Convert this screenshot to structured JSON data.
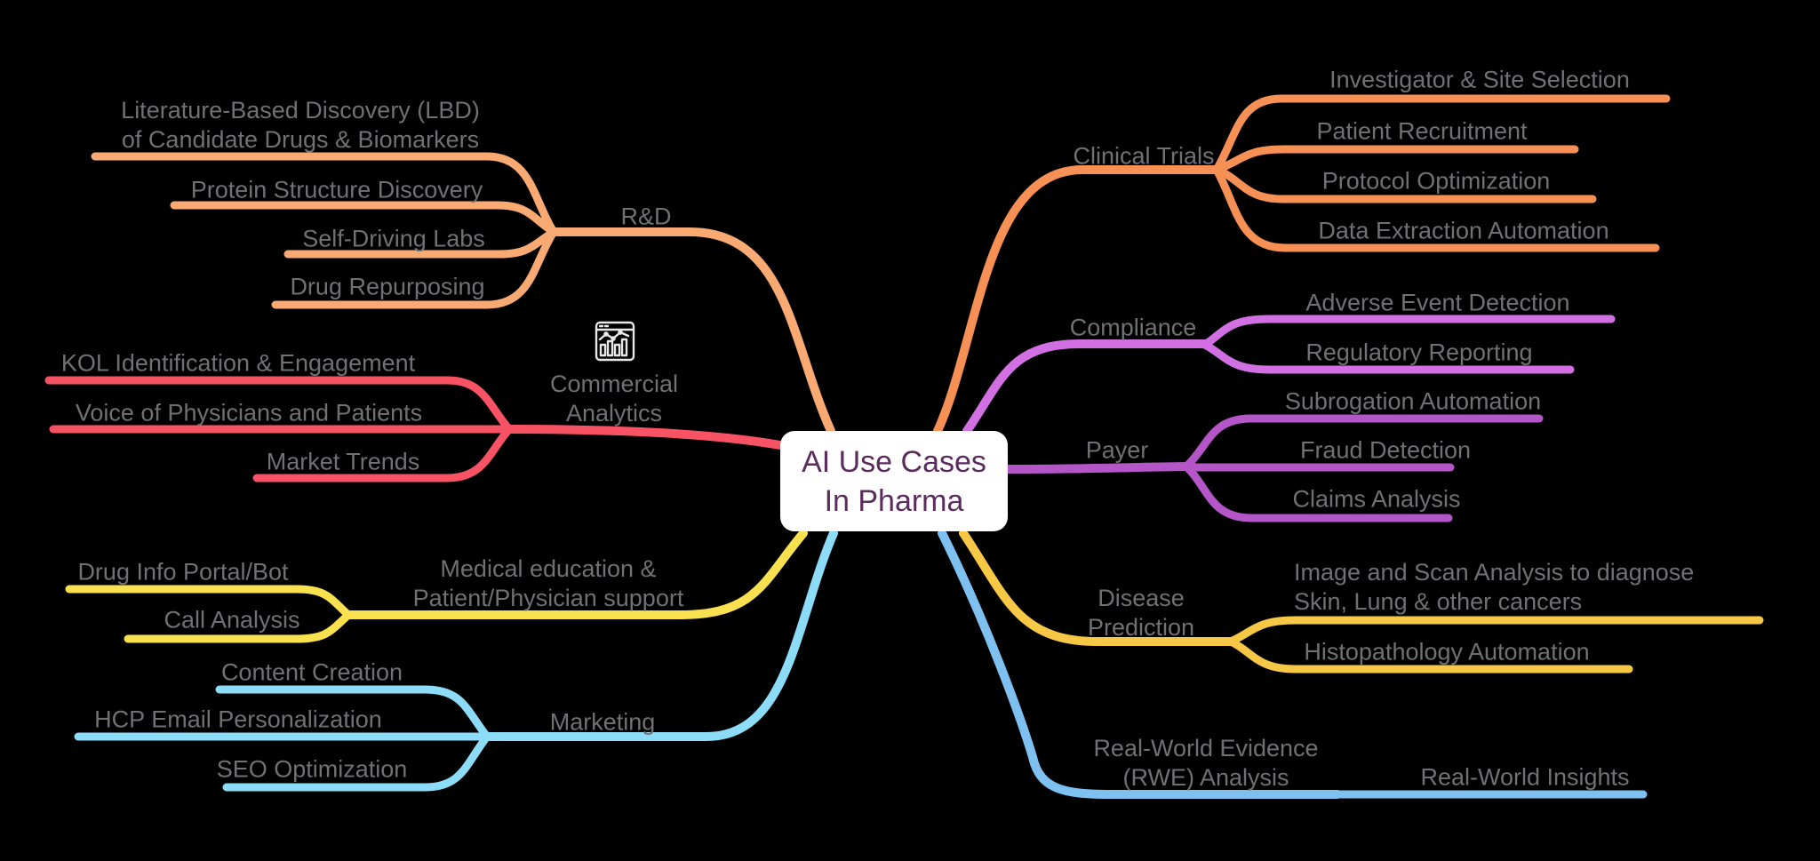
{
  "diagram": {
    "title": "AI Use Cases In Pharma mind map",
    "background_color": "#000000",
    "label_text_color": "#6F7173",
    "center": {
      "lines": [
        "AI Use Cases",
        "In Pharma"
      ],
      "text_color": "#5B2B5E",
      "bg_color": "#FFFFFF"
    },
    "branches": [
      {
        "id": "rnd",
        "side": "left",
        "color": "#F9AA73",
        "label_lines": [
          "R&D"
        ],
        "leaves": [
          {
            "lines": [
              "Literature-Based Discovery (LBD)",
              "of Candidate Drugs & Biomarkers"
            ]
          },
          {
            "lines": [
              "Protein Structure Discovery"
            ]
          },
          {
            "lines": [
              "Self-Driving Labs"
            ]
          },
          {
            "lines": [
              "Drug Repurposing"
            ]
          }
        ]
      },
      {
        "id": "commercial-analytics",
        "side": "left",
        "color": "#F85364",
        "icon": "analytics-window-icon",
        "label_lines": [
          "Commercial",
          "Analytics"
        ],
        "leaves": [
          {
            "lines": [
              "KOL Identification & Engagement"
            ]
          },
          {
            "lines": [
              "Voice of Physicians and Patients"
            ]
          },
          {
            "lines": [
              "Market Trends"
            ]
          }
        ]
      },
      {
        "id": "medical-education",
        "side": "left",
        "color": "#F8E04E",
        "label_lines": [
          "Medical education &",
          "Patient/Physician support"
        ],
        "leaves": [
          {
            "lines": [
              "Drug Info Portal/Bot"
            ]
          },
          {
            "lines": [
              "Call Analysis"
            ]
          }
        ]
      },
      {
        "id": "marketing",
        "side": "left",
        "color": "#8CDCF8",
        "label_lines": [
          "Marketing"
        ],
        "leaves": [
          {
            "lines": [
              "Content Creation"
            ]
          },
          {
            "lines": [
              "HCP Email Personalization"
            ]
          },
          {
            "lines": [
              "SEO Optimization"
            ]
          }
        ]
      },
      {
        "id": "clinical-trials",
        "side": "right",
        "color": "#F79055",
        "label_lines": [
          "Clinical Trials"
        ],
        "leaves": [
          {
            "lines": [
              "Investigator & Site Selection"
            ]
          },
          {
            "lines": [
              "Patient Recruitment"
            ]
          },
          {
            "lines": [
              "Protocol Optimization"
            ]
          },
          {
            "lines": [
              "Data Extraction Automation"
            ]
          }
        ]
      },
      {
        "id": "compliance",
        "side": "right",
        "color": "#D16FE3",
        "label_lines": [
          "Compliance"
        ],
        "leaves": [
          {
            "lines": [
              "Adverse Event Detection"
            ]
          },
          {
            "lines": [
              "Regulatory Reporting"
            ]
          }
        ]
      },
      {
        "id": "payer",
        "side": "right",
        "color": "#B455C8",
        "label_lines": [
          "Payer"
        ],
        "leaves": [
          {
            "lines": [
              "Subrogation Automation"
            ]
          },
          {
            "lines": [
              "Fraud Detection"
            ]
          },
          {
            "lines": [
              "Claims Analysis"
            ]
          }
        ]
      },
      {
        "id": "disease-prediction",
        "side": "right",
        "color": "#F7C846",
        "label_lines": [
          "Disease",
          "Prediction"
        ],
        "leaves": [
          {
            "lines": [
              "Image and Scan Analysis to diagnose",
              "Skin, Lung & other cancers"
            ]
          },
          {
            "lines": [
              "Histopathology Automation"
            ]
          }
        ]
      },
      {
        "id": "rwe-analysis",
        "side": "right",
        "color": "#7EC1F1",
        "label_lines": [
          "Real-World Evidence",
          "(RWE) Analysis"
        ],
        "leaves": [
          {
            "lines": [
              "Real-World Insights"
            ]
          }
        ]
      }
    ]
  }
}
